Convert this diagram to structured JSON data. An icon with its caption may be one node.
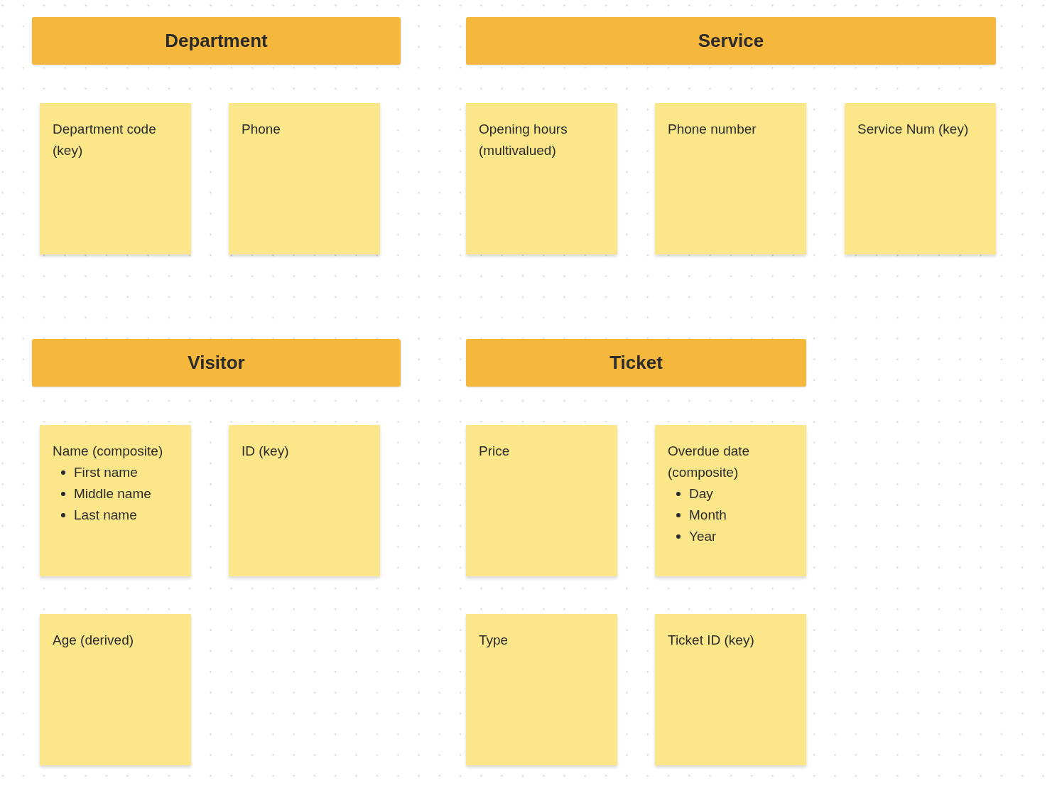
{
  "diagram": {
    "nodes": [
      {
        "text": [
          "Department"
        ]
      },
      {
        "text": [
          "Service"
        ]
      },
      {
        "text": [
          "Department code (key)"
        ]
      },
      {
        "text": [
          "Phone"
        ]
      },
      {
        "text": [
          "Opening hours (multivalued)"
        ]
      },
      {
        "text": [
          "Phone number"
        ]
      },
      {
        "text": [
          "Service Num (key)"
        ]
      },
      {
        "text": [
          "Visitor"
        ]
      },
      {
        "text": [
          "Ticket"
        ]
      },
      {
        "text": [
          "Name (composite)",
          "First name",
          "Middle name",
          "Last name"
        ]
      },
      {
        "text": [
          "ID (key)"
        ]
      },
      {
        "text": [
          "Price"
        ]
      },
      {
        "text": [
          "Overdue date (composite)",
          "Day",
          "Month",
          "Year"
        ]
      },
      {
        "text": [
          "Age (derived)"
        ]
      },
      {
        "text": [
          "Type"
        ]
      },
      {
        "text": [
          "Ticket ID (key)"
        ]
      }
    ]
  }
}
